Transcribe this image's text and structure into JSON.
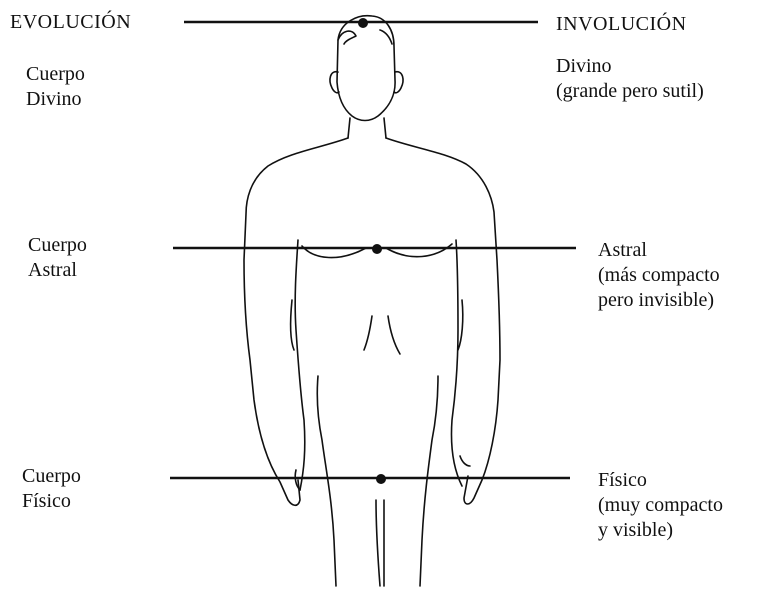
{
  "headers": {
    "left": "EVOLUCIÓN",
    "right": "INVOLUCIÓN"
  },
  "levels": [
    {
      "id": "divino",
      "left_lines": [
        "Cuerpo",
        "Divino"
      ],
      "right_lines": [
        "Divino",
        "(grande pero sutil)"
      ]
    },
    {
      "id": "astral",
      "left_lines": [
        "Cuerpo",
        "Astral"
      ],
      "right_lines": [
        "Astral",
        "(más compacto",
        "pero invisible)"
      ]
    },
    {
      "id": "fisico",
      "left_lines": [
        "Cuerpo",
        "Físico"
      ],
      "right_lines": [
        "Físico",
        "(muy compacto",
        "y visible)"
      ]
    }
  ],
  "colors": {
    "ink": "#111111",
    "background": "#ffffff"
  }
}
